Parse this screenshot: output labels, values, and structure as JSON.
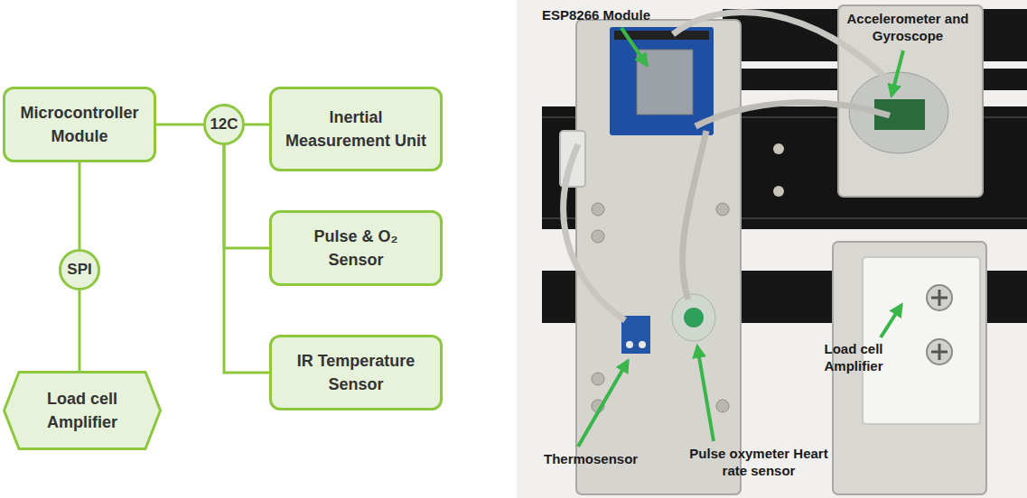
{
  "diagram": {
    "nodes": [
      {
        "text": [
          "Microcontroller Module"
        ]
      },
      {
        "text": [
          "12C"
        ]
      },
      {
        "text": [
          "Inertial Measurement Unit"
        ]
      },
      {
        "text": [
          "SPI"
        ]
      },
      {
        "text": [
          "Pulse & O₂ Sensor"
        ]
      },
      {
        "text": [
          "IR Temperature Sensor"
        ]
      },
      {
        "text": [
          "Load cell Amplifier"
        ]
      }
    ],
    "edges": [
      {
        "from": 0,
        "to": 1,
        "arrow": "none"
      },
      {
        "from": 1,
        "to": 2,
        "arrow": "none"
      },
      {
        "from": 1,
        "to": 4,
        "arrow": "none"
      },
      {
        "from": 1,
        "to": 5,
        "arrow": "none"
      },
      {
        "from": 0,
        "to": 3,
        "arrow": "none"
      },
      {
        "from": 3,
        "to": 6,
        "arrow": "none"
      }
    ],
    "labels": [
      "ESP8266 Module",
      "Accelerometer and Gyroscope",
      "Load cell Amplifier",
      "Thermosensor",
      "Pulse oxymeter Heart rate sensor"
    ]
  }
}
